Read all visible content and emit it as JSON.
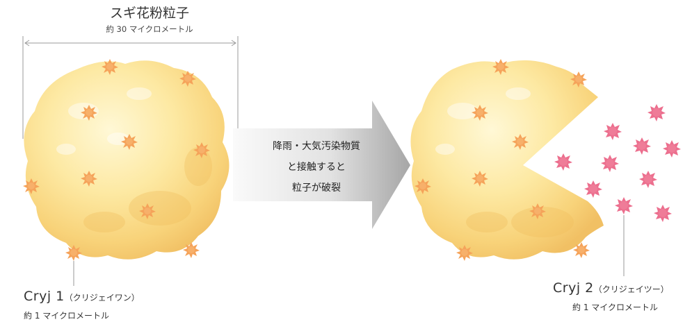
{
  "left_particle": {
    "title": "スギ花粉粒子",
    "size_label": "約 30 マイクロメートル"
  },
  "process": {
    "lines": [
      "降雨・大気汚染物質",
      "と接触すると",
      "粒子が破裂"
    ]
  },
  "cryj1": {
    "name": "Cryj 1",
    "reading": "（クリジェイワン）",
    "size": "約 1 マイクロメートル"
  },
  "cryj2": {
    "name": "Cryj 2",
    "reading": "（クリジェイツー）",
    "size": "約 1 マイクロメートル"
  },
  "colors": {
    "pollen_light": "#fff2b8",
    "pollen_mid": "#fbe08c",
    "pollen_dark": "#f3c56a",
    "cryj1": "#f5a35a",
    "cryj2": "#ec6f8e",
    "arrow_light": "#f4f4f4",
    "arrow_dark": "#a9a9a9",
    "dimension_line": "#9a9a9a"
  }
}
